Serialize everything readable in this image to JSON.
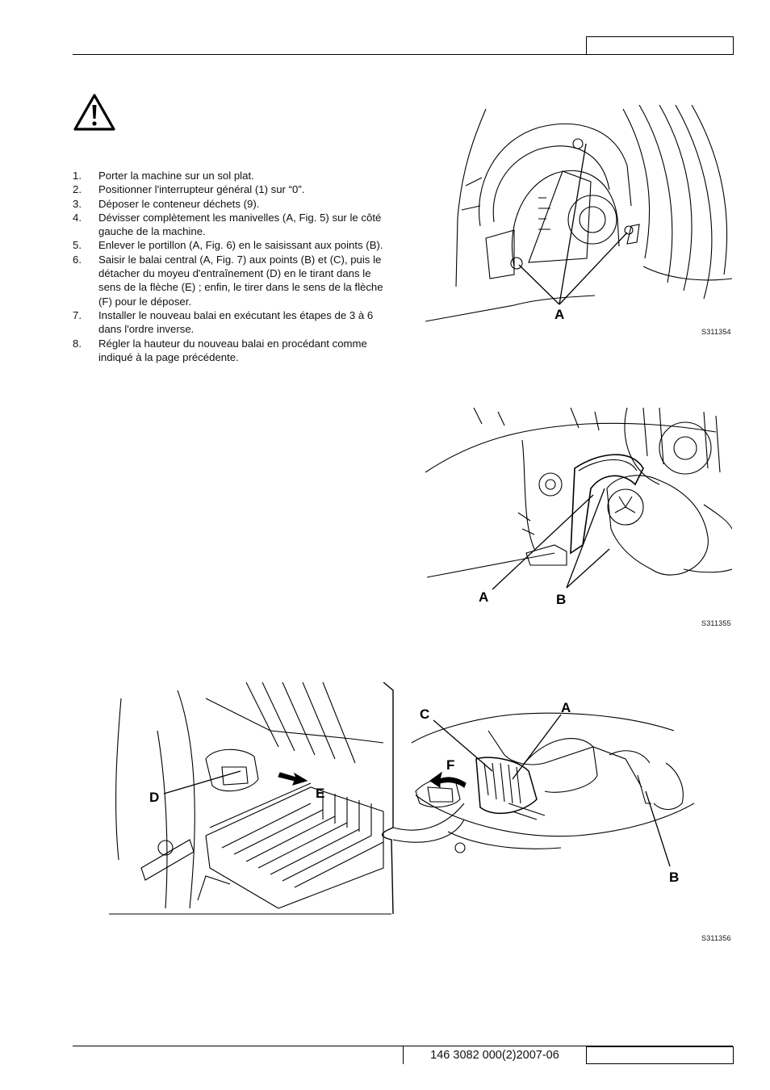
{
  "header": {
    "box_text": ""
  },
  "warning": {
    "icon": "warning-triangle-icon"
  },
  "steps": [
    {
      "num": "1.",
      "text": "Porter la machine sur un sol plat."
    },
    {
      "num": "2.",
      "text": "Positionner l'interrupteur général (1) sur “0”."
    },
    {
      "num": "3.",
      "text": "Déposer le conteneur déchets (9)."
    },
    {
      "num": "4.",
      "text": "Dévisser complètement les manivelles (A, Fig. 5) sur le côté gauche de la machine."
    },
    {
      "num": "5.",
      "text": "Enlever le portillon (A, Fig. 6) en le saisissant aux points (B)."
    },
    {
      "num": "6.",
      "text": "Saisir le balai central (A, Fig. 7) aux points (B) et (C), puis le détacher du moyeu d'entraînement (D) en le tirant dans le sens de la flèche (E) ; enfin, le tirer dans le sens de la flèche (F) pour le déposer."
    },
    {
      "num": "7.",
      "text": "Installer le nouveau balai en exécutant les étapes de 3 à 6 dans l'ordre inverse."
    },
    {
      "num": "8.",
      "text": "Régler la hauteur du nouveau balai en procédant comme indiqué à la page précédente."
    }
  ],
  "figures": {
    "fig5": {
      "code": "S311354",
      "labels": {
        "a": "A"
      }
    },
    "fig6": {
      "code": "S311355",
      "labels": {
        "a": "A",
        "b": "B"
      }
    },
    "fig7": {
      "code": "S311356",
      "labels": {
        "a": "A",
        "b": "B",
        "c": "C",
        "d": "D",
        "e": "E",
        "f": "F"
      }
    }
  },
  "footer": {
    "doc_ref": "146 3082 000(2)2007-06",
    "box_text": ""
  }
}
